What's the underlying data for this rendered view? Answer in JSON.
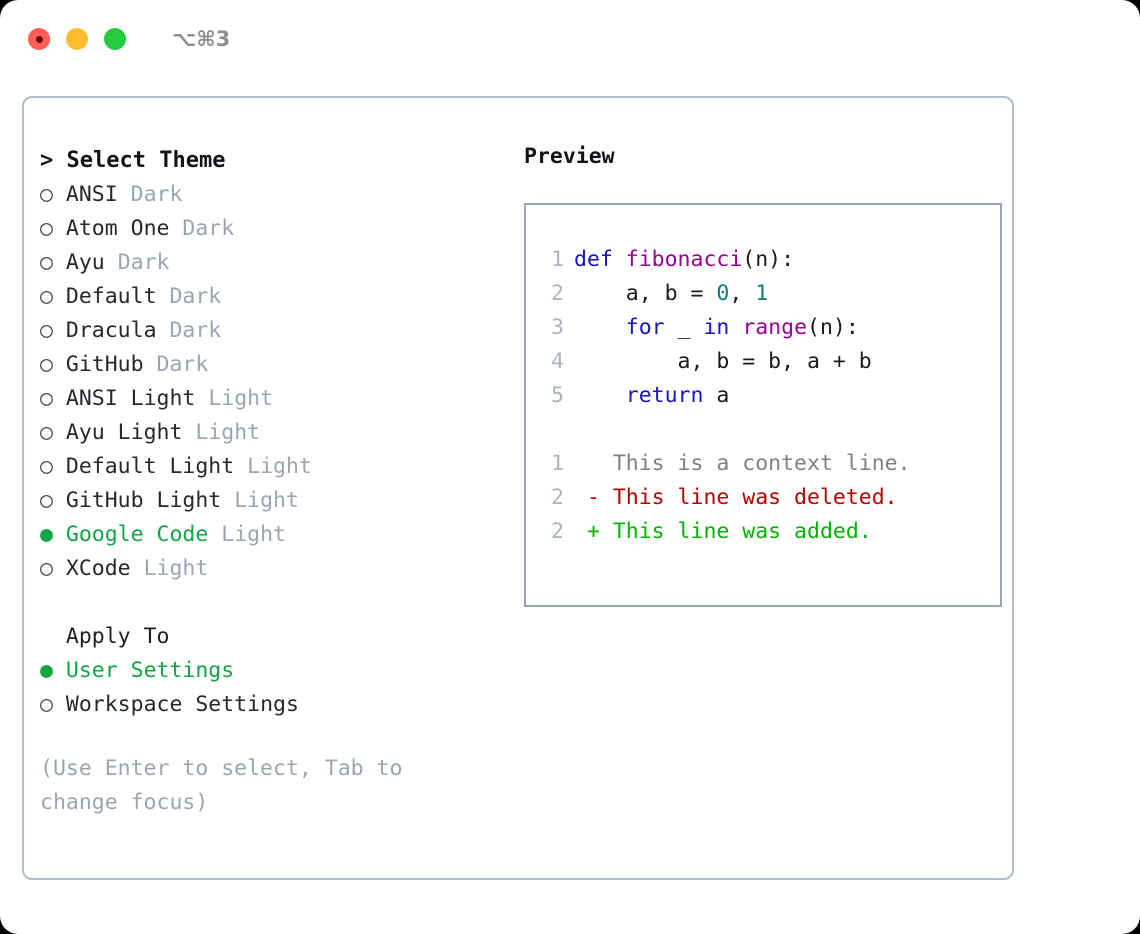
{
  "window": {
    "shortcut": "⌥⌘3",
    "dots": [
      {
        "name": "close",
        "color": "#ff5f56"
      },
      {
        "name": "minimize",
        "color": "#ffbd2e"
      },
      {
        "name": "maximize",
        "color": "#27c93f"
      }
    ]
  },
  "theme_selector": {
    "prompt": ">",
    "title": "Select Theme",
    "selected_marker": "●",
    "unselected_marker": "○",
    "items": [
      {
        "marker": "○",
        "name": "ANSI",
        "variant": "Dark",
        "selected": false
      },
      {
        "marker": "○",
        "name": "Atom One",
        "variant": "Dark",
        "selected": false
      },
      {
        "marker": "○",
        "name": "Ayu",
        "variant": "Dark",
        "selected": false
      },
      {
        "marker": "○",
        "name": "Default",
        "variant": "Dark",
        "selected": false
      },
      {
        "marker": "○",
        "name": "Dracula",
        "variant": "Dark",
        "selected": false
      },
      {
        "marker": "○",
        "name": "GitHub",
        "variant": "Dark",
        "selected": false
      },
      {
        "marker": "○",
        "name": "ANSI Light",
        "variant": "Light",
        "selected": false
      },
      {
        "marker": "○",
        "name": "Ayu Light",
        "variant": "Light",
        "selected": false
      },
      {
        "marker": "○",
        "name": "Default Light",
        "variant": "Light",
        "selected": false
      },
      {
        "marker": "○",
        "name": "GitHub Light",
        "variant": "Light",
        "selected": false
      },
      {
        "marker": "●",
        "name": "Google Code",
        "variant": "Light",
        "selected": true
      },
      {
        "marker": "○",
        "name": "XCode",
        "variant": "Light",
        "selected": false
      }
    ]
  },
  "apply_to": {
    "title": "Apply To",
    "items": [
      {
        "marker": "●",
        "label": "User Settings",
        "selected": true
      },
      {
        "marker": "○",
        "label": "Workspace Settings",
        "selected": false
      }
    ]
  },
  "hint": "(Use Enter to select, Tab to change focus)",
  "preview": {
    "title": "Preview",
    "code_lines": [
      {
        "num": "1",
        "tokens": [
          {
            "t": "def ",
            "c": "kw"
          },
          {
            "t": "fibonacci",
            "c": "fn"
          },
          {
            "t": "(n):",
            "c": "plain"
          }
        ]
      },
      {
        "num": "2",
        "tokens": [
          {
            "t": "    a, b = ",
            "c": "plain"
          },
          {
            "t": "0",
            "c": "num"
          },
          {
            "t": ", ",
            "c": "plain"
          },
          {
            "t": "1",
            "c": "num"
          }
        ]
      },
      {
        "num": "3",
        "tokens": [
          {
            "t": "    ",
            "c": "plain"
          },
          {
            "t": "for",
            "c": "kw"
          },
          {
            "t": " _ ",
            "c": "plain"
          },
          {
            "t": "in",
            "c": "kw"
          },
          {
            "t": " ",
            "c": "plain"
          },
          {
            "t": "range",
            "c": "fn"
          },
          {
            "t": "(n):",
            "c": "plain"
          }
        ]
      },
      {
        "num": "4",
        "tokens": [
          {
            "t": "        a, b = b, a + b",
            "c": "plain"
          }
        ]
      },
      {
        "num": "5",
        "tokens": [
          {
            "t": "    ",
            "c": "plain"
          },
          {
            "t": "return",
            "c": "kw"
          },
          {
            "t": " a",
            "c": "plain"
          }
        ]
      }
    ],
    "diff_lines": [
      {
        "num": "1",
        "sign": " ",
        "text": "This is a context line.",
        "kind": "ctx"
      },
      {
        "num": "2",
        "sign": "-",
        "text": "This line was deleted.",
        "kind": "del"
      },
      {
        "num": "2",
        "sign": "+",
        "text": "This line was added.",
        "kind": "add"
      }
    ]
  },
  "colors": {
    "accent_green": "#12a546",
    "muted": "#9aa5b4",
    "border": "#b3bcca",
    "keyword": "#1414c8",
    "function": "#990099",
    "number": "#0a7d7d",
    "diff_delete": "#bb0000",
    "diff_add": "#00b400",
    "context": "#808080"
  }
}
